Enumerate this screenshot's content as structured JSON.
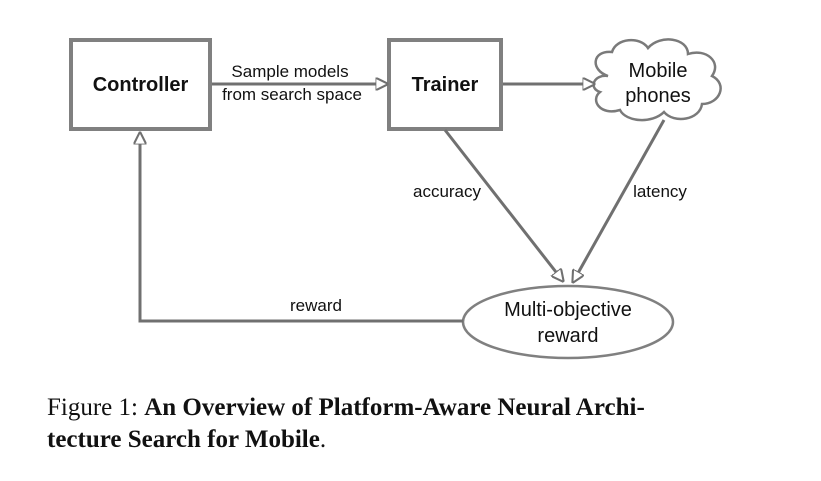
{
  "nodes": {
    "controller": "Controller",
    "trainer": "Trainer",
    "mobile_phones": [
      "Mobile",
      "phones"
    ],
    "multi_objective_reward": [
      "Multi-objective",
      "reward"
    ]
  },
  "edges": {
    "sample_models": [
      "Sample models",
      "from search space"
    ],
    "accuracy": "accuracy",
    "latency": "latency",
    "reward": "reward"
  },
  "caption": {
    "prefix": "Figure 1: ",
    "title_line1": "An Overview of Platform-Aware Neural Archi-",
    "title_line2": "tecture Search for Mobile",
    "suffix": "."
  },
  "colors": {
    "box_border": "#808080",
    "arrow": "#707070",
    "text": "#111111"
  }
}
